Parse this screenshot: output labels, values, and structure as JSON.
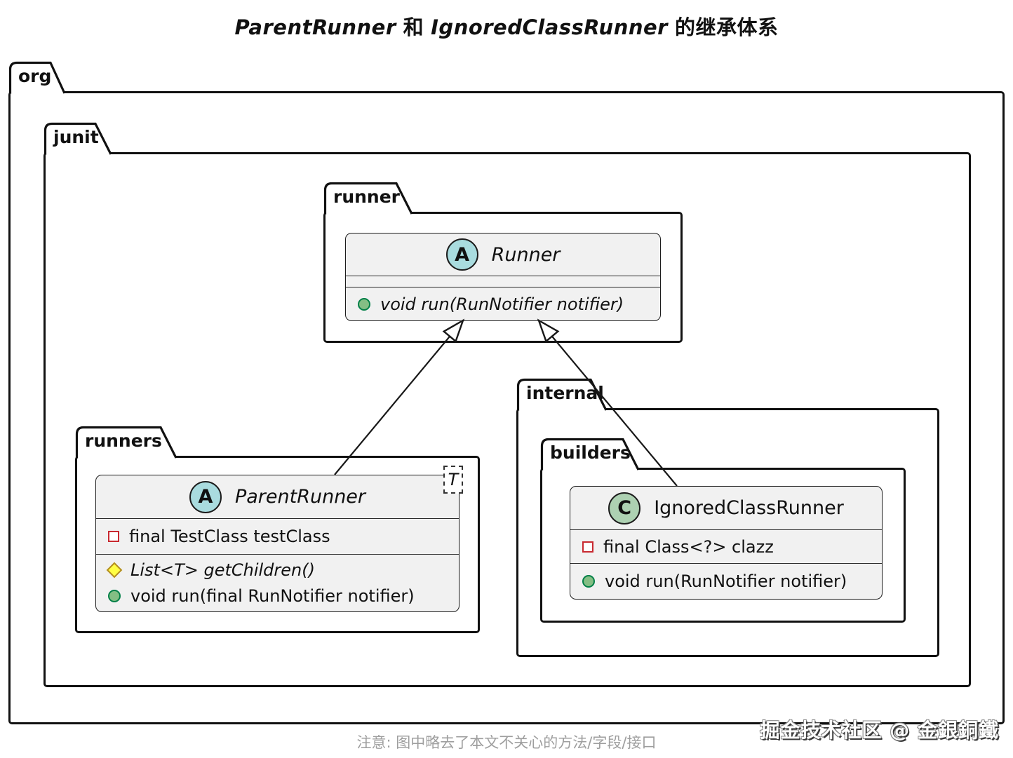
{
  "title": {
    "latin1": "ParentRunner",
    "zh1": "和",
    "latin2": "IgnoredClassRunner",
    "zh2": "的继承体系"
  },
  "packages": {
    "org": "org",
    "junit": "junit",
    "runner": "runner",
    "runners": "runners",
    "internal": "internal",
    "builders": "builders"
  },
  "classes": {
    "runner": {
      "badge": "A",
      "badge_type": "abstract",
      "name": "Runner",
      "methods": [
        {
          "visibility": "public",
          "abstract": true,
          "text": "void run(RunNotifier notifier)"
        }
      ]
    },
    "parent_runner": {
      "badge": "A",
      "badge_type": "abstract",
      "name": "ParentRunner",
      "generic": "T",
      "fields": [
        {
          "visibility": "private",
          "text": "final TestClass testClass"
        }
      ],
      "methods": [
        {
          "visibility": "protected",
          "abstract": true,
          "text": "List<T> getChildren()"
        },
        {
          "visibility": "public",
          "abstract": false,
          "text": "void run(final RunNotifier notifier)"
        }
      ]
    },
    "ignored_class_runner": {
      "badge": "C",
      "badge_type": "class",
      "name": "IgnoredClassRunner",
      "fields": [
        {
          "visibility": "private",
          "text": "final Class<?> clazz"
        }
      ],
      "methods": [
        {
          "visibility": "public",
          "abstract": false,
          "text": "void run(RunNotifier notifier)"
        }
      ]
    }
  },
  "relations": [
    {
      "from": "ParentRunner",
      "to": "Runner",
      "type": "extends"
    },
    {
      "from": "IgnoredClassRunner",
      "to": "Runner",
      "type": "extends"
    }
  ],
  "note": "注意: 图中略去了本文不关心的方法/字段/接口",
  "watermark": "掘金技术社区 @ 金銀銅鐵",
  "colors": {
    "abstract_badge_fill": "#A9DCDF",
    "class_badge_fill": "#ADD1B2",
    "public_icon_fill": "#84BE84",
    "public_icon_border": "#038048",
    "private_icon_border": "#C82930",
    "protected_icon_fill": "#FFFF44",
    "protected_icon_border": "#B38D22",
    "class_box_fill": "#F1F1F1",
    "line": "#181818",
    "note_text": "#9E9E9E"
  }
}
